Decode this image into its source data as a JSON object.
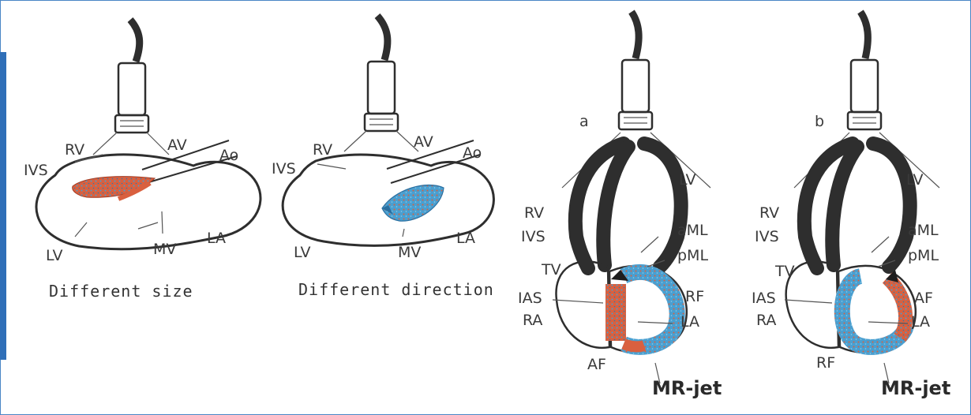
{
  "colors": {
    "accent": "#2f6fb8",
    "jet_red": "#d9603f",
    "jet_blue": "#4a9fd0",
    "ink": "#2e2e2e"
  },
  "panel1": {
    "caption": "Different size",
    "labels": {
      "rv": "RV",
      "av": "AV",
      "ao": "Ao",
      "ivs": "IVS",
      "lv": "LV",
      "mv": "MV",
      "la": "LA"
    }
  },
  "panel2": {
    "caption": "Different direction",
    "labels": {
      "rv": "RV",
      "av": "AV",
      "ao": "Ao",
      "ivs": "IVS",
      "lv": "LV",
      "mv": "MV",
      "la": "LA"
    }
  },
  "panel3": {
    "tag": "a",
    "labels": {
      "lv": "LV",
      "rv": "RV",
      "ivs": "IVS",
      "aml": "aML",
      "pml": "pML",
      "tv": "TV",
      "ias": "IAS",
      "ra": "RA",
      "rf": "RF",
      "la": "LA",
      "af": "AF",
      "mr": "MR-jet"
    }
  },
  "panel4": {
    "tag": "b",
    "labels": {
      "lv": "LV",
      "rv": "RV",
      "ivs": "IVS",
      "aml": "aML",
      "pml": "pML",
      "tv": "TV",
      "ias": "IAS",
      "ra": "RA",
      "af": "AF",
      "la": "LA",
      "rf": "RF",
      "mr": "MR-jet"
    }
  }
}
